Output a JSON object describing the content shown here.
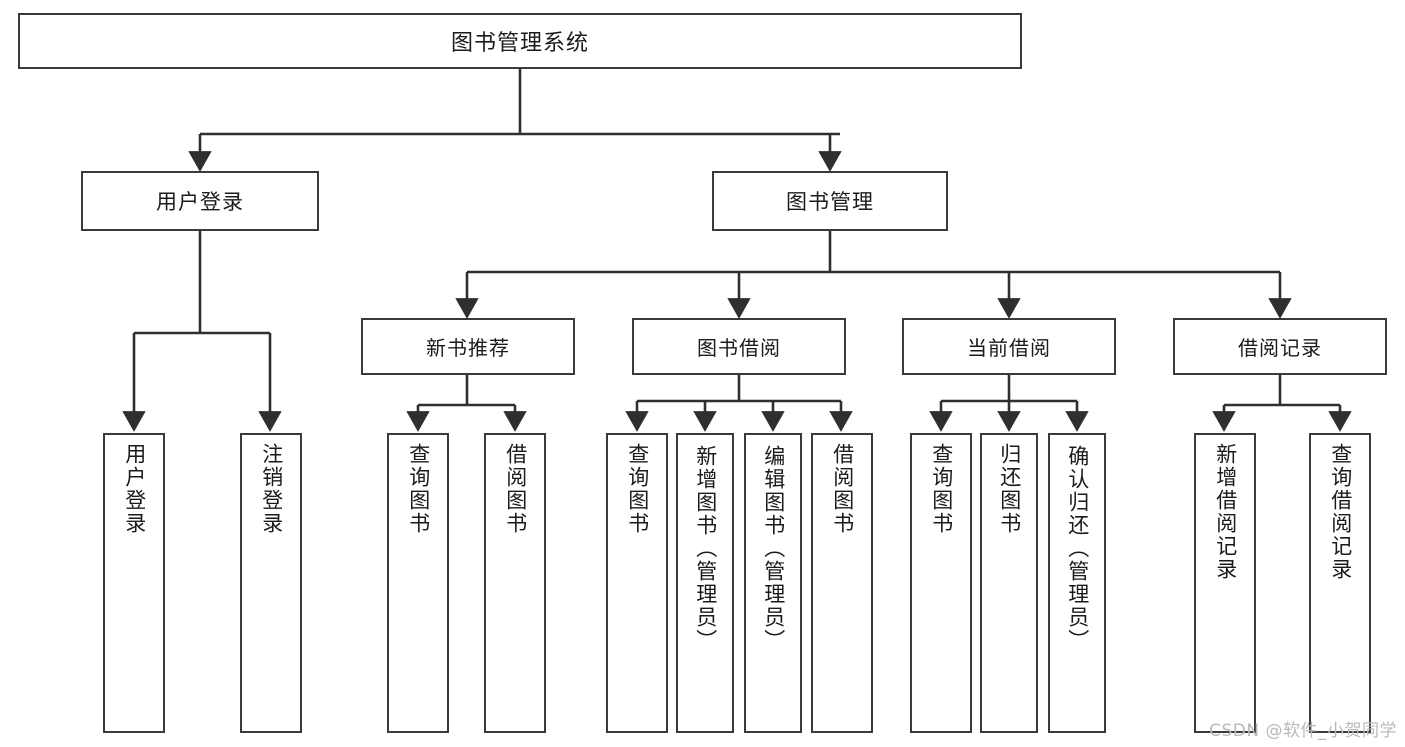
{
  "diagram": {
    "title": "图书管理系统",
    "type": "tree",
    "watermark": "CSDN @软件_小贺同学",
    "colors": {
      "box_border": "#3a3a3a",
      "box_fill": "#ffffff",
      "connector": "#2f2f2f",
      "text": "#1b1b1b",
      "watermark": "#b9b9b9"
    },
    "root": {
      "label": "图书管理系统"
    },
    "level1": [
      {
        "label": "用户登录"
      },
      {
        "label": "图书管理"
      }
    ],
    "level2": [
      {
        "label": "新书推荐"
      },
      {
        "label": "图书借阅"
      },
      {
        "label": "当前借阅"
      },
      {
        "label": "借阅记录"
      }
    ],
    "leaves": [
      {
        "label": "用户登录",
        "parent": "用户登录"
      },
      {
        "label": "注销登录",
        "parent": "用户登录"
      },
      {
        "label": "查询图书",
        "parent": "新书推荐"
      },
      {
        "label": "借阅图书",
        "parent": "新书推荐"
      },
      {
        "label": "查询图书",
        "parent": "图书借阅"
      },
      {
        "label": "新增图书（管理员）",
        "parent": "图书借阅"
      },
      {
        "label": "编辑图书（管理员）",
        "parent": "图书借阅"
      },
      {
        "label": "借阅图书",
        "parent": "图书借阅"
      },
      {
        "label": "查询图书",
        "parent": "当前借阅"
      },
      {
        "label": "归还图书",
        "parent": "当前借阅"
      },
      {
        "label": "确认归还（管理员）",
        "parent": "当前借阅"
      },
      {
        "label": "新增借阅记录",
        "parent": "借阅记录"
      },
      {
        "label": "查询借阅记录",
        "parent": "借阅记录"
      }
    ]
  }
}
